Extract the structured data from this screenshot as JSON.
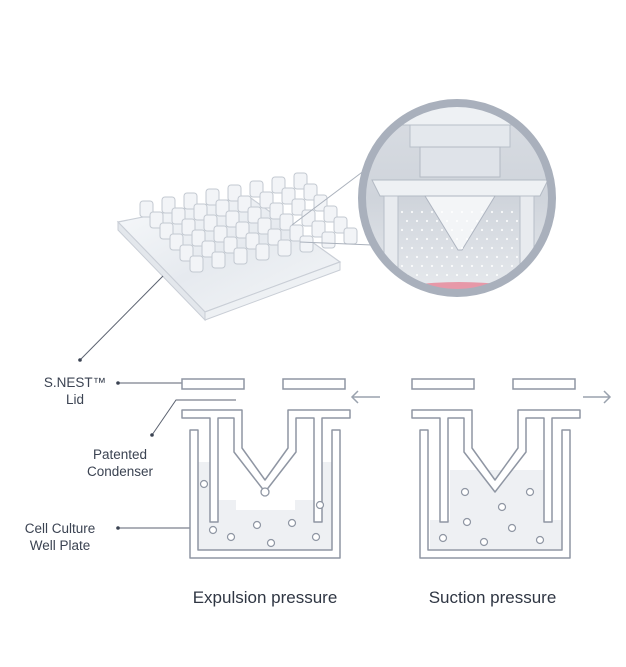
{
  "labels": {
    "lid_line1": "S.NEST™",
    "lid_line2": "Lid",
    "condenser_line1": "Patented",
    "condenser_line2": "Condenser",
    "plate_line1": "Cell Culture",
    "plate_line2": "Well Plate"
  },
  "captions": {
    "expulsion": "Expulsion pressure",
    "suction": "Suction pressure"
  },
  "colors": {
    "outline": "#8f96a3",
    "liquid": "#eef0f3",
    "lens_ring": "#a9b0bc",
    "arrow": "#9aa2ae",
    "pink_media": "#e7899c"
  }
}
